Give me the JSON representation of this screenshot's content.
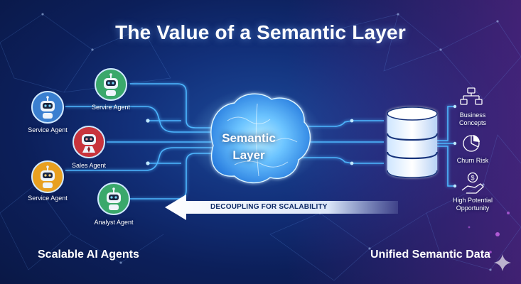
{
  "title": "The Value of a Semantic Layer",
  "center": {
    "line1": "Semantic",
    "line2": "Layer"
  },
  "agents": [
    {
      "label": "Servire Agent",
      "color": "#3aa86b"
    },
    {
      "label": "Service Agent",
      "color": "#3a7fd0"
    },
    {
      "label": "Sales Agent",
      "color": "#c8343c"
    },
    {
      "label": "Service Agent",
      "color": "#e8a020"
    },
    {
      "label": "Analyst Agent",
      "color": "#3aa86b"
    }
  ],
  "data_nodes": [
    {
      "label_line1": "Business",
      "label_line2": "Concepts",
      "icon": "hierarchy-icon"
    },
    {
      "label_line1": "Churn Risk",
      "label_line2": "",
      "icon": "pie-chart-icon"
    },
    {
      "label_line1": "High Potential",
      "label_line2": "Opportunity",
      "icon": "money-hand-icon"
    }
  ],
  "arrow": {
    "label": "DECOUPLING FOR SCALABILITY"
  },
  "footer": {
    "left": "Scalable AI Agents",
    "right": "Unified Semantic Data"
  },
  "colors": {
    "line": "#4db6ff",
    "glow": "#8fd6ff",
    "text": "#ffffff"
  }
}
